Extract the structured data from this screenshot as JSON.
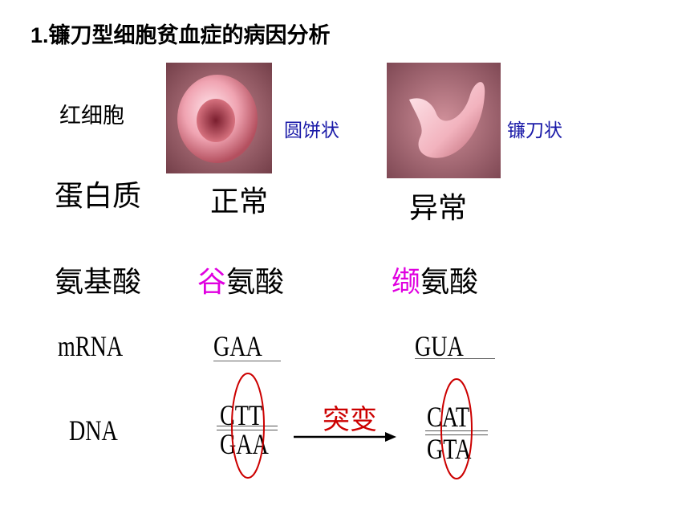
{
  "title": {
    "num": "1.",
    "text": "镰刀型细胞贫血症的病因分析"
  },
  "labels": {
    "rbc": "红细胞",
    "protein": "蛋白质",
    "amino": "氨基酸",
    "mrna": "mRNA",
    "dna": "DNA"
  },
  "normal": {
    "shape": "圆饼状",
    "protein": "正常",
    "amino_highlight": "谷",
    "amino_rest": "氨酸",
    "mrna": "GAA",
    "dna_top": "CTT",
    "dna_bottom": "GAA"
  },
  "abnormal": {
    "shape": "镰刀状",
    "protein": "异常",
    "amino_highlight": "缬",
    "amino_rest": "氨酸",
    "mrna": "GUA",
    "dna_top": "CAT",
    "dna_bottom": "GTA"
  },
  "mutation": {
    "label": "突变"
  },
  "colors": {
    "highlight": "#e000e0",
    "shape_label": "#1a1aa8",
    "mutation": "#cc0000",
    "ellipse": "#cc0000"
  }
}
